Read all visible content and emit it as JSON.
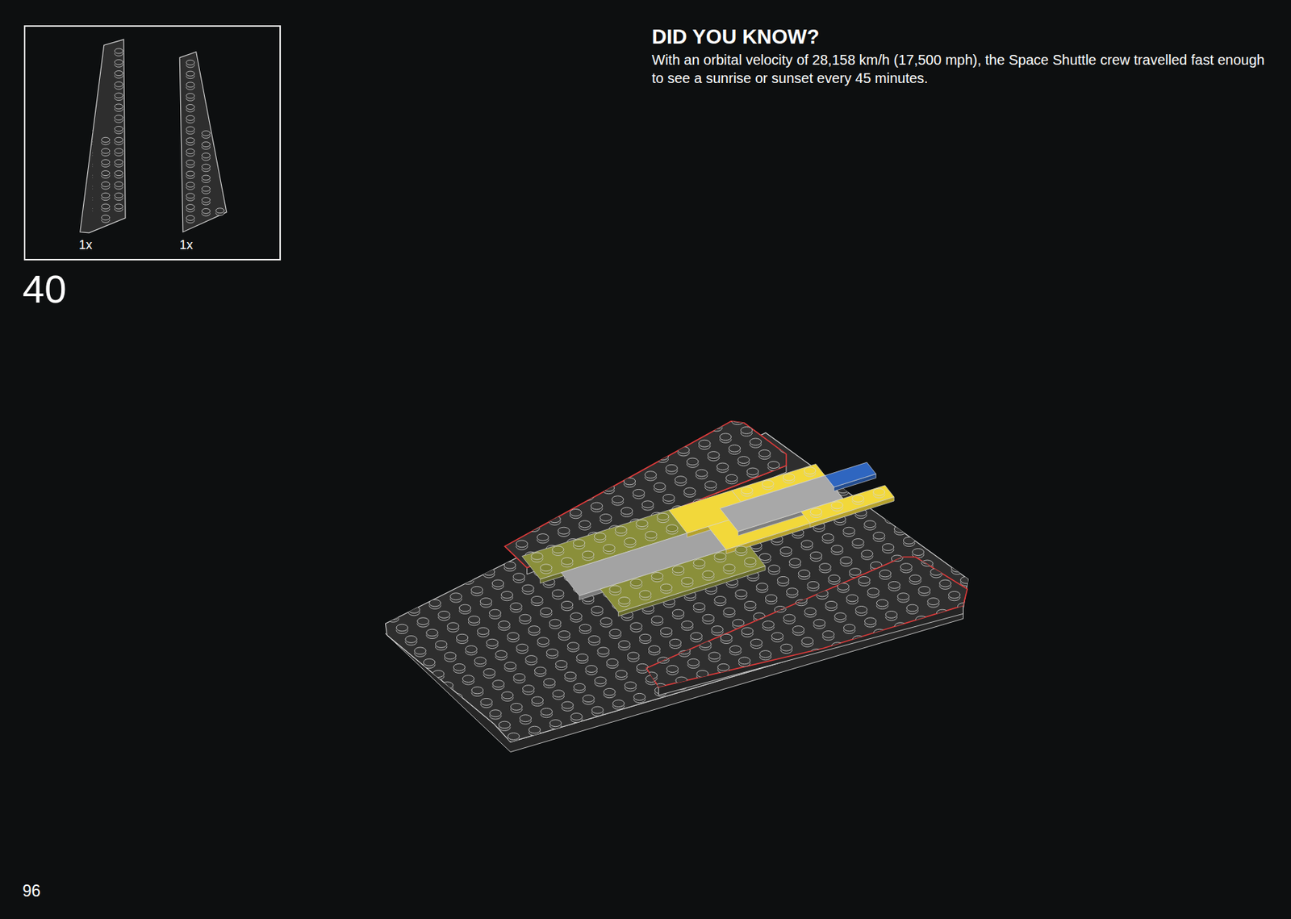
{
  "diagram": {
    "title": "DID YOU KNOW?",
    "nodes": [
      {
        "text": [
          "1x",
          "1x"
        ]
      }
    ],
    "labels": [
      "With an orbital velocity of 28,158 km/h (17,500 mph), the Space Shuttle crew travelled fast enough to see a sunrise or sunset every 45 minutes.",
      "40",
      "96"
    ]
  }
}
